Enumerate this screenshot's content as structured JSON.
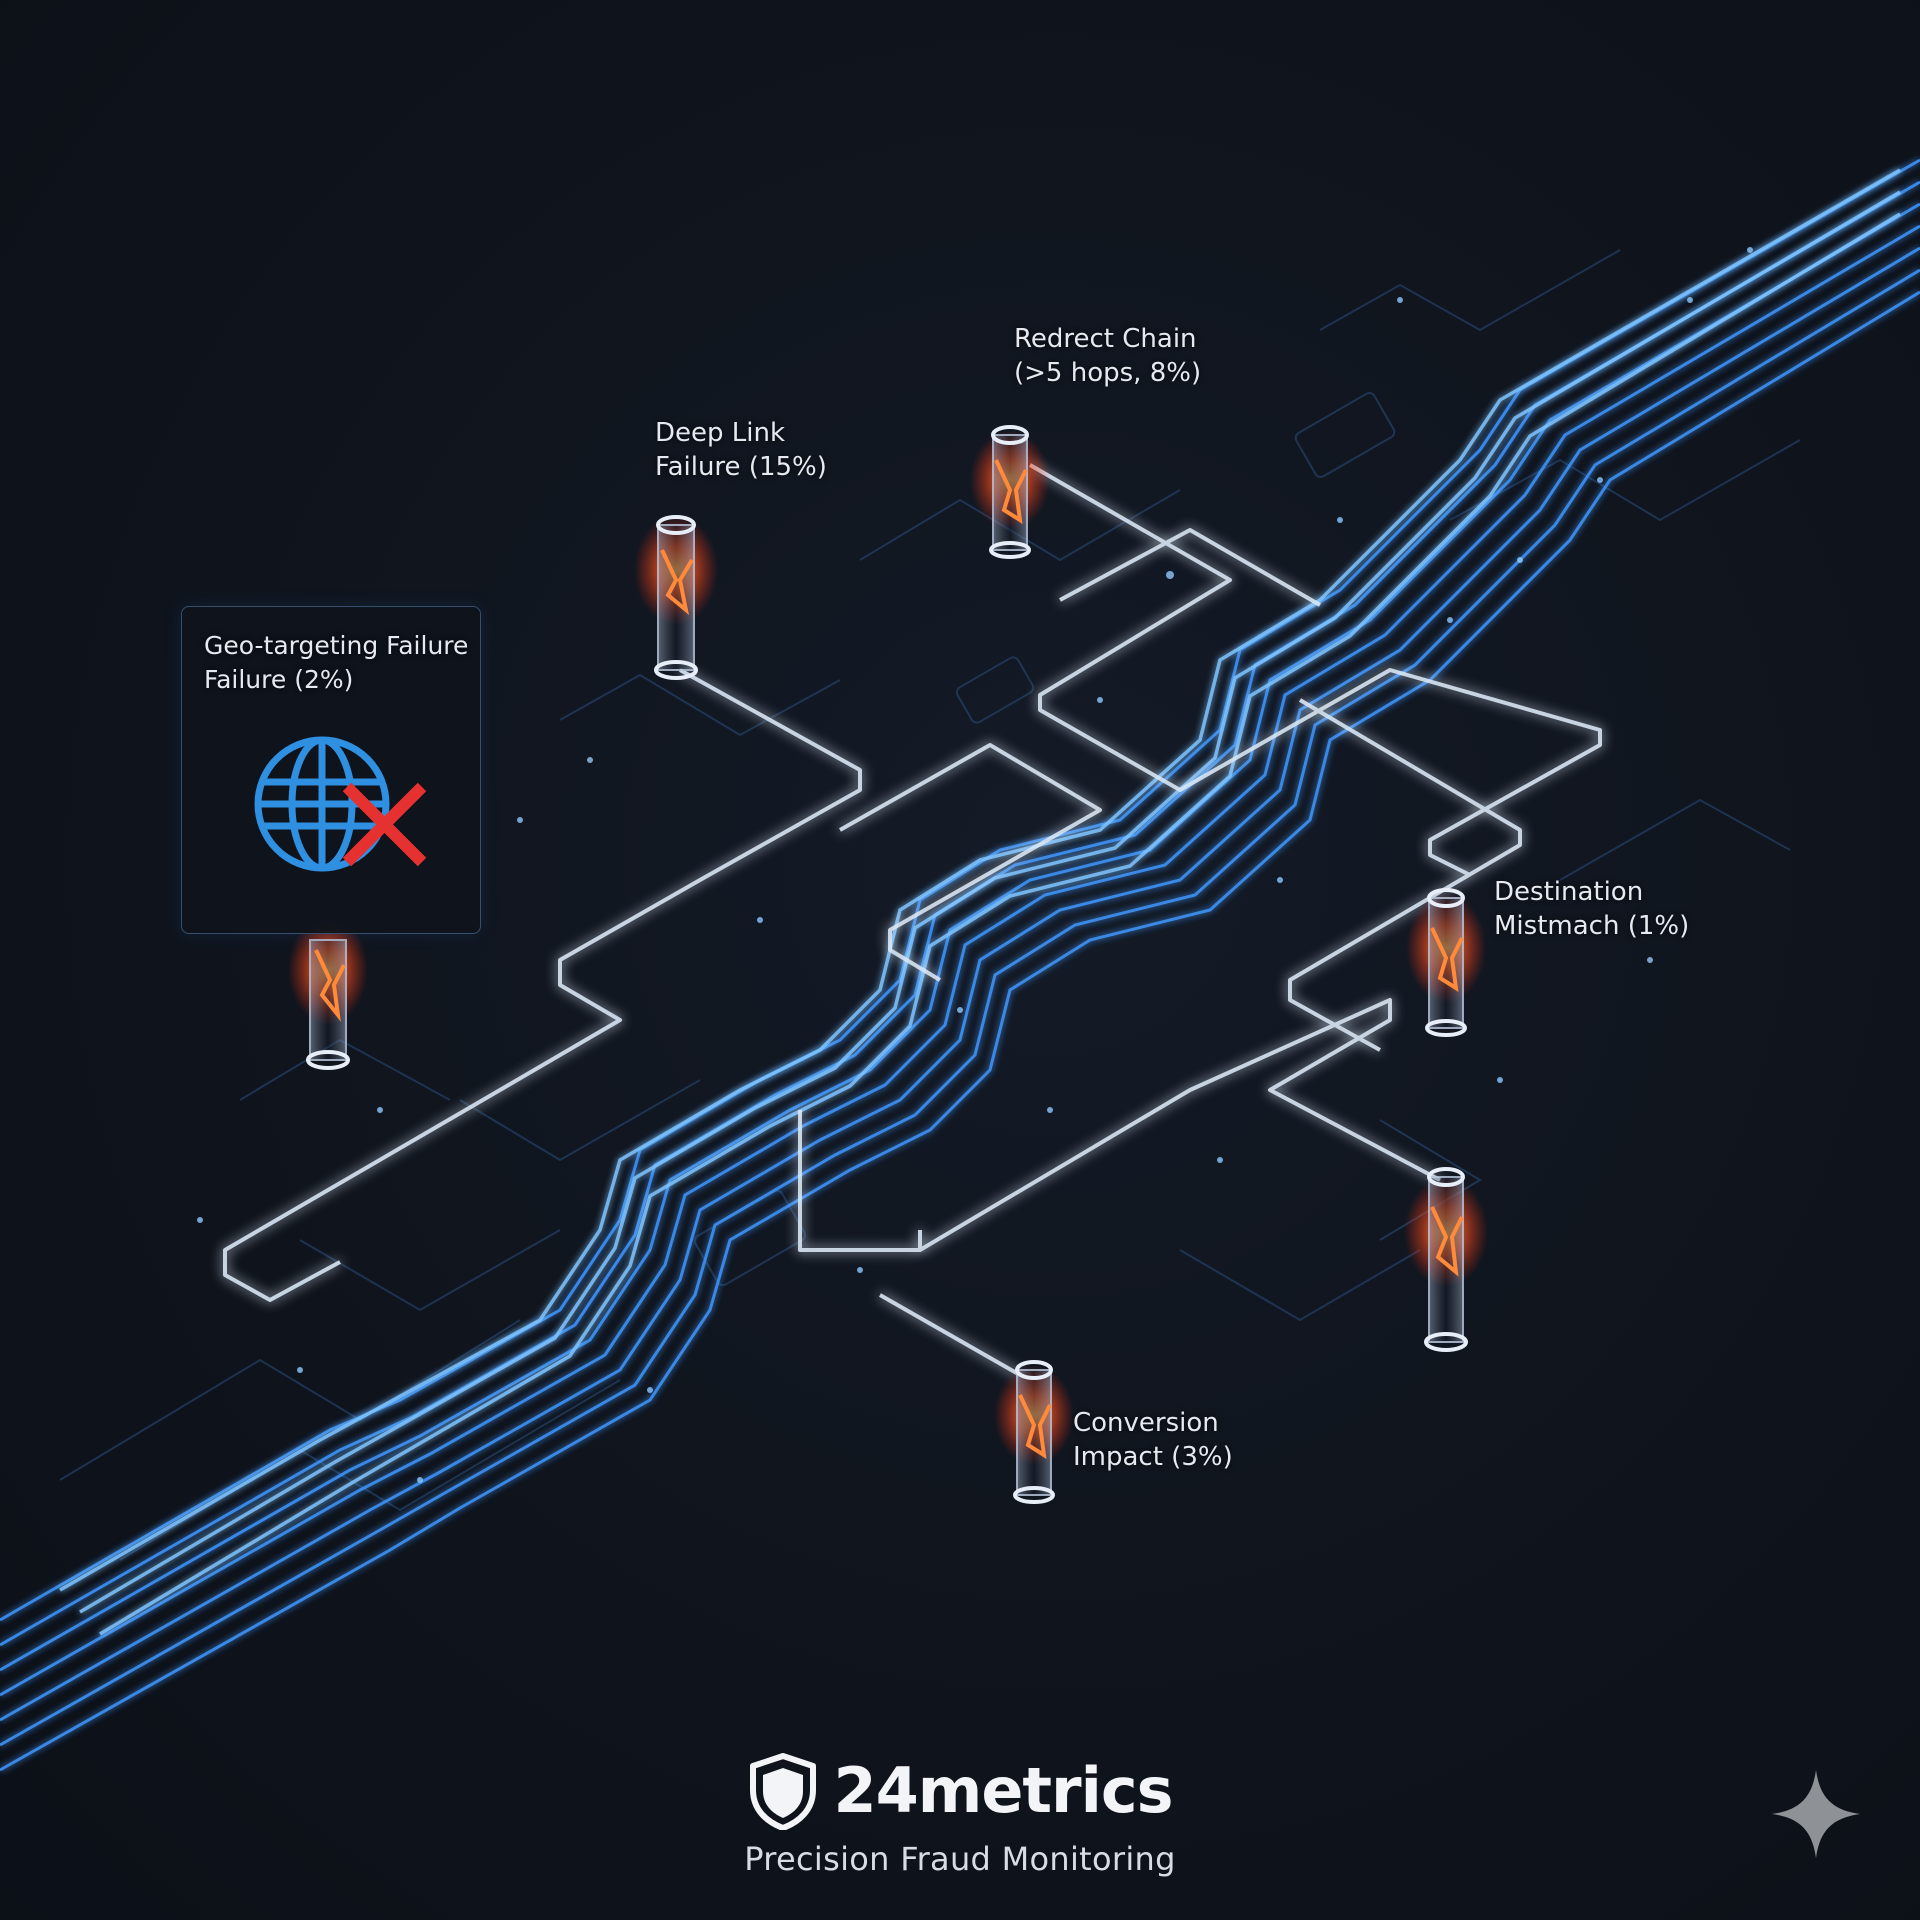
{
  "diagram": {
    "theme": {
      "background": "#0f131b",
      "trace_blue": "#3d8ff0",
      "trace_bright": "#7fc4ff",
      "trace_white": "#dce9f7",
      "failure_glow": "#ff5a1f",
      "card_border": "#34506e"
    },
    "failure_points": [
      {
        "id": "geo",
        "line1": "Geo-targeting Failure",
        "line2": "Failure (2%)",
        "percent": 2
      },
      {
        "id": "deeplink",
        "line1": "Deep Link",
        "line2": "Failure (15%)",
        "percent": 15
      },
      {
        "id": "redirect",
        "line1": "Redrect Chain",
        "line2": "(>5 hops, 8%)",
        "percent": 8
      },
      {
        "id": "destination",
        "line1": "Destination",
        "line2": "Mistmach (1%)",
        "percent": 1
      },
      {
        "id": "conversion",
        "line1": "Conversion",
        "line2": "Impact (3%)",
        "percent": 3
      }
    ],
    "geo_card_icon": "globe-with-red-x-icon"
  },
  "brand": {
    "logo_icon": "shield-icon",
    "name": "24metrics",
    "tagline": "Precision Fraud Monitoring"
  },
  "corner_icon": "sparkle-icon"
}
